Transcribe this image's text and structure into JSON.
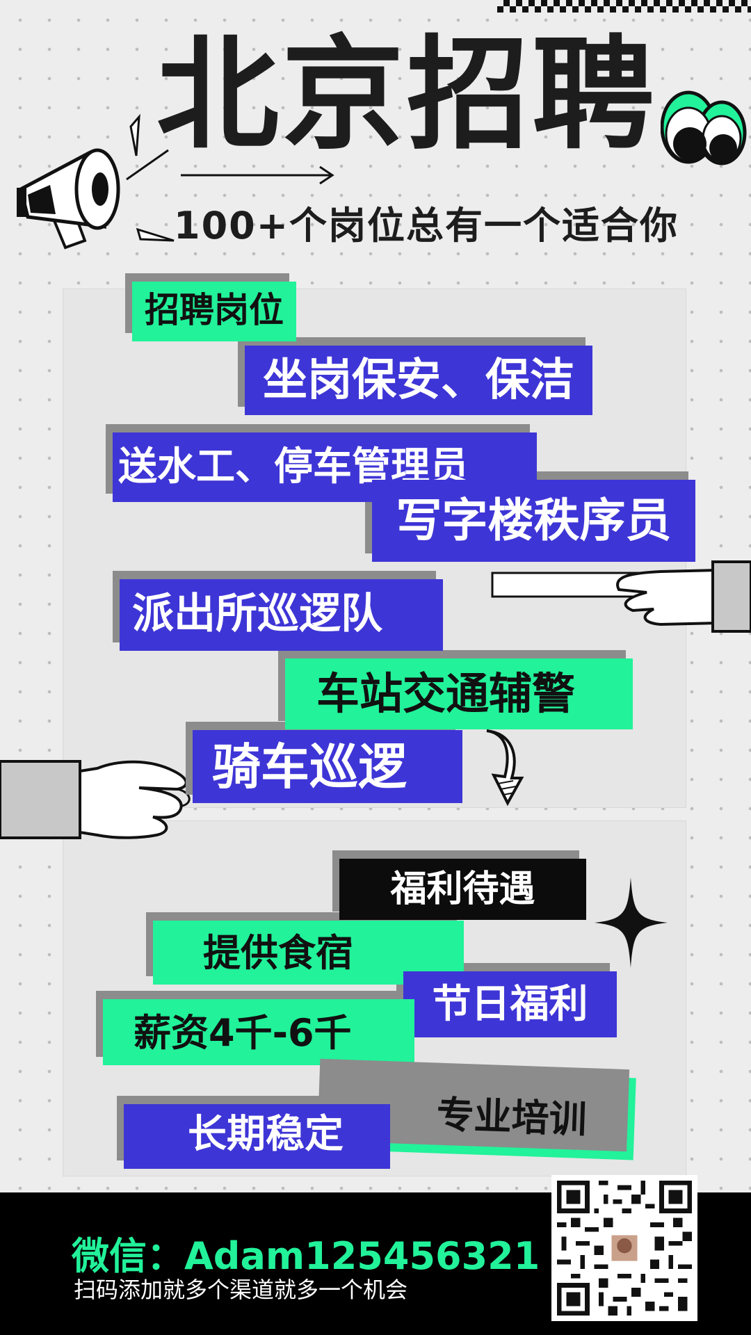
{
  "title": "北京招聘",
  "subtitle": "100+个岗位总有一个适合你",
  "jobs_heading": "招聘岗位",
  "jobs": [
    "坐岗保安、保洁",
    "送水工、停车管理员",
    "写字楼秩序员",
    "派出所巡逻队",
    "车站交通辅警",
    "骑车巡逻"
  ],
  "benefits_heading": "福利待遇",
  "benefits": [
    "提供食宿",
    "节日福利",
    "薪资4千-6千",
    "专业培训",
    "长期稳定"
  ],
  "contact": {
    "wechat": "微信：Adam125456321",
    "tagline": "扫码添加就多个渠道就多一个机会"
  },
  "colors": {
    "blue": "#3e35d6",
    "green": "#22f29a",
    "black": "#0c0c0c",
    "background": "#ededed"
  },
  "icons": [
    "megaphone-icon",
    "cartoon-eyes-icon",
    "pointing-hand-icon",
    "down-arrow-icon",
    "sparkle-star-icon",
    "qr-code"
  ]
}
